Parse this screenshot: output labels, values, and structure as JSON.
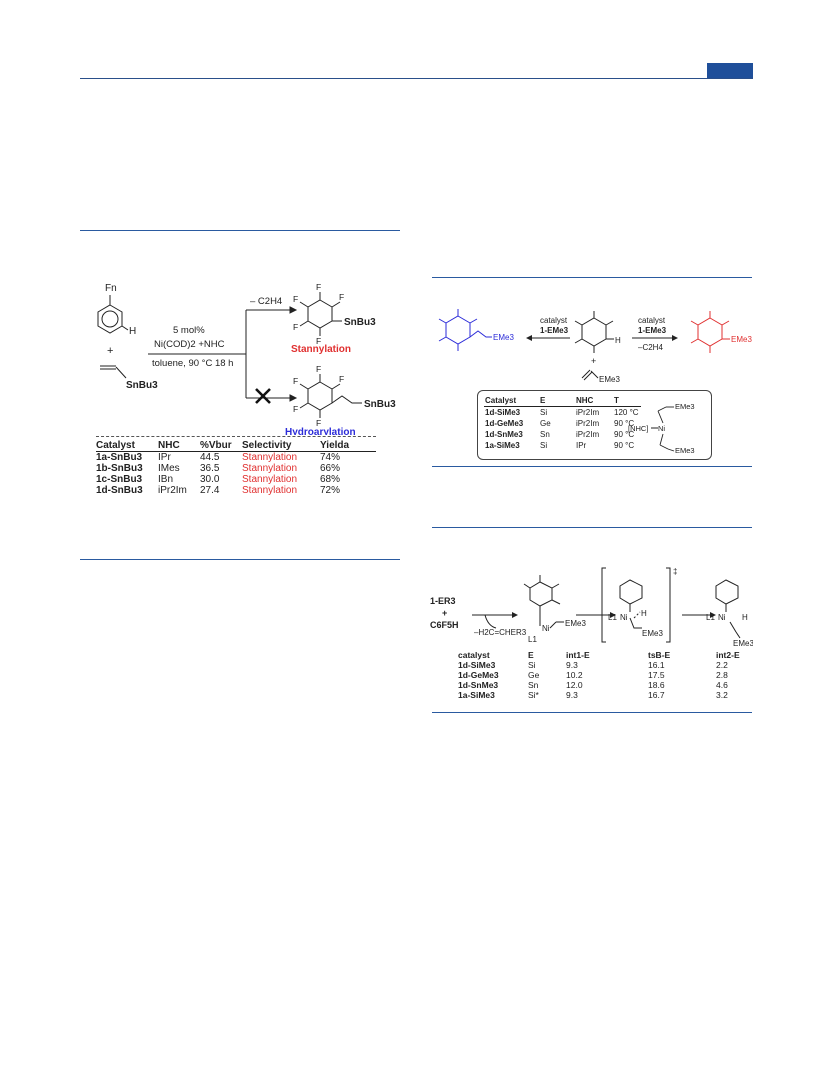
{
  "colors": {
    "accent": "#1f4f9a",
    "stannylation": "#e03030",
    "hydroarylation": "#2b2bd8"
  },
  "scheme1": {
    "reactant_fn": "Fn",
    "reactant_h": "H",
    "plus": "+",
    "vinyl_sub": "SnBu3",
    "cond_line1": "5 mol%",
    "cond_line2": "Ni(COD)2 +NHC",
    "cond_line3": "toluene, 90 °C  18 h",
    "arrow_top": "– C2H4",
    "product_top_sub": "SnBu3",
    "product_top_label": "Stannylation",
    "product_bot_sub": "SnBu3",
    "product_bot_label": "Hydroarylation",
    "fluoro": "F",
    "table_headers": [
      "Catalyst",
      "NHC",
      "%Vbur",
      "Selectivity",
      "Yielda"
    ],
    "table_rows": [
      [
        "1a-SnBu3",
        "IPr",
        "44.5",
        "Stannylation",
        "74%"
      ],
      [
        "1b-SnBu3",
        "IMes",
        "36.5",
        "Stannylation",
        "66%"
      ],
      [
        "1c-SnBu3",
        "IBn",
        "30.0",
        "Stannylation",
        "68%"
      ],
      [
        "1d-SnBu3",
        "iPr2Im",
        "27.4",
        "Stannylation",
        "72%"
      ]
    ]
  },
  "scheme2": {
    "left_cat1": "catalyst",
    "left_cat2": "1-EMe3",
    "right_cat1": "catalyst",
    "right_cat2": "1-EMe3",
    "right_cat3": "–C2H4",
    "left_sub": "EMe3",
    "right_sub": "EMe3",
    "center_h": "H",
    "plus": "+",
    "vinyl_sub": "EMe3",
    "table_headers": [
      "Catalyst",
      "E",
      "NHC",
      "T"
    ],
    "table_rows": [
      [
        "1d-SiMe3",
        "Si",
        "iPr2Im",
        "120 °C"
      ],
      [
        "1d-GeMe3",
        "Ge",
        "iPr2Im",
        "90 °C"
      ],
      [
        "1d-SnMe3",
        "Sn",
        "iPr2Im",
        "90 °C"
      ],
      [
        "1a-SiMe3",
        "Si",
        "IPr",
        "90 °C"
      ]
    ],
    "complex_nhc": "[NHC]",
    "complex_ni": "Ni",
    "complex_e1": "EMe3",
    "complex_e2": "EMe3"
  },
  "scheme3": {
    "start1": "1-ER3",
    "start_plus": "+",
    "start2": "C6F5H",
    "arrow_label": "–H2C=CHER3",
    "int1_ni": "Ni",
    "int1_l": "L1",
    "int1_e": "EMe3",
    "ts_l": "L1",
    "ts_ni": "Ni",
    "ts_h": "H",
    "ts_e": "EMe3",
    "ts_dagger": "‡",
    "int2_l": "L1",
    "int2_ni": "Ni",
    "int2_h": "H",
    "int2_e": "EMe3",
    "table_headers": [
      "catalyst",
      "E",
      "int1-E",
      "tsB-E",
      "int2-E"
    ],
    "table_rows": [
      [
        "1d-SiMe3",
        "Si",
        "9.3",
        "16.1",
        "2.2"
      ],
      [
        "1d-GeMe3",
        "Ge",
        "10.2",
        "17.5",
        "2.8"
      ],
      [
        "1d-SnMe3",
        "Sn",
        "12.0",
        "18.6",
        "4.6"
      ],
      [
        "1a-SiMe3",
        "Si*",
        "9.3",
        "16.7",
        "3.2"
      ]
    ]
  }
}
